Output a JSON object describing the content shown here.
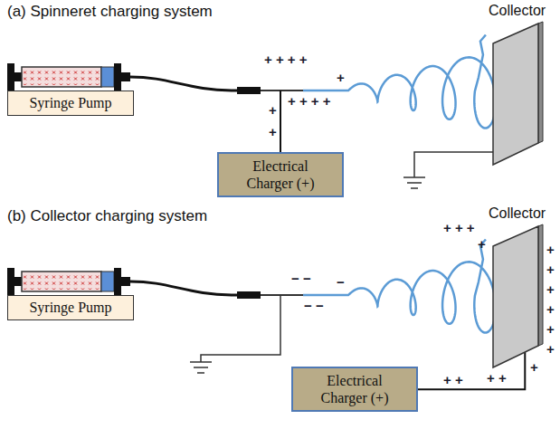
{
  "diagram": {
    "nodes": [
      {
        "text": [
          "Syringe Pump"
        ]
      },
      {
        "text": [
          "Electrical Charger (+)"
        ]
      },
      {
        "text": [
          "Collector"
        ]
      },
      {
        "text": [
          "Syringe Pump"
        ]
      },
      {
        "text": [
          "Collector"
        ]
      },
      {
        "text": [
          "Electrical Charger (+)"
        ]
      }
    ],
    "edges": [
      {
        "from": 5,
        "to": 4,
        "arrow": "none"
      }
    ],
    "labels": [
      "(a) Spinneret charging system",
      "+ + + +",
      "+ + + +",
      "+",
      "+",
      "+",
      "(b) Collector charging system",
      "− −",
      "− −",
      "−",
      "+ + +",
      "+",
      "+",
      "+",
      "+",
      "+",
      "+",
      "+",
      "+ +",
      "+",
      "+ +"
    ]
  }
}
